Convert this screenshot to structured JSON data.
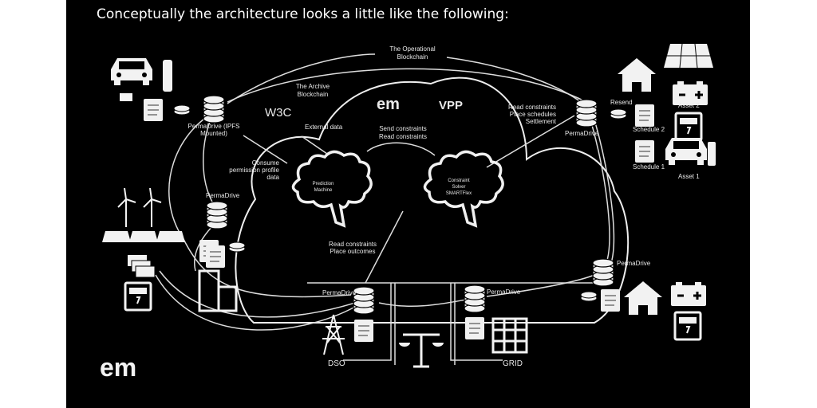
{
  "title": "Conceptually the architecture looks a little like the following:",
  "labels": {
    "operational_1": "The Operational",
    "operational_2": "Blockchain",
    "archive_1": "The Archive",
    "archive_2": "Blockchain",
    "vpp": "VPP",
    "w3c": "W3C",
    "external_data": "External data",
    "consume_1": "Consume",
    "consume_2": "permission profile",
    "consume_3": "data",
    "send_1": "Send constraints",
    "send_2": "Read constraints",
    "read_sched_1": "Read constraints",
    "read_sched_2": "Place schedules",
    "read_sched_3": "Settlement",
    "prediction_1": "Prediction",
    "prediction_2": "Machine",
    "solver_1": "Constraint",
    "solver_2": "Solver",
    "solver_3": "SMARTFlex",
    "read_outcomes_1": "Read constraints",
    "read_outcomes_2": "Place outcomes",
    "permadrive_ipfs_1": "PermaDrive (IPFS",
    "permadrive_ipfs_2": "Mounted)",
    "permadrive_left": "PermaDrive",
    "permadrive_topright": "PermaDrive",
    "permadrive_right": "PermaDrive",
    "permadrive_dso": "PermaDrive",
    "permadrive_grid": "PermaDrive",
    "resend": "Resend",
    "schedule_2": "Schedule 2",
    "schedule_1": "Schedule 1",
    "asset_2": "Asset 2",
    "asset_1": "Asset 1",
    "dso": "DSO",
    "grid": "GRID",
    "em_logo": "em"
  }
}
